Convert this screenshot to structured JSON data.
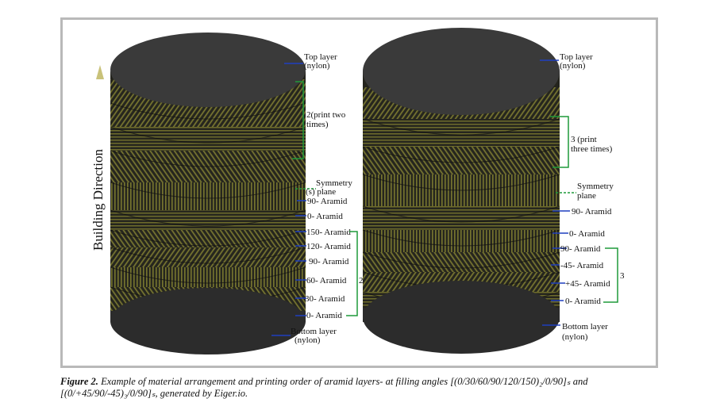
{
  "figure": {
    "building_direction": "Building Direction",
    "left": {
      "top_layer": [
        "Top layer",
        "(nylon)"
      ],
      "repeat": [
        "2(print two",
        "times)"
      ],
      "symmetry": [
        "Symmetry",
        "(s) plane"
      ],
      "layers": [
        "90- Aramid",
        "0- Aramid",
        "150- Aramid",
        "120- Aramid",
        "90- Aramid",
        "60- Aramid",
        "30- Aramid",
        "0- Aramid"
      ],
      "group_count": "2",
      "bottom_layer": [
        "Bottom layer",
        "(nylon)"
      ]
    },
    "right": {
      "top_layer": [
        "Top layer",
        "(nylon)"
      ],
      "repeat": [
        "3 (print",
        "three times)"
      ],
      "symmetry": [
        "Symmetry",
        "plane"
      ],
      "layers": [
        "90- Aramid",
        "0- Aramid",
        "90- Aramid",
        "-45- Aramid",
        "+45- Aramid",
        "0- Aramid"
      ],
      "group_count": "3",
      "bottom_layer": [
        "Bottom layer",
        "(nylon)"
      ]
    }
  },
  "caption": {
    "label": "Figure 2.",
    "text": "Example of material arrangement and printing order of aramid layers- at filling angles [(0/30/60/90/120/150)₂/0/90]ₛ and [(0/+45/90/-45)₃/0/90]ₛ, generated by Eiger.io."
  },
  "colors": {
    "top_disk": "#3a3a3a",
    "body_dark": "#2a2a22",
    "fiber": "#8d8a3a",
    "marker_blue": "#1f3fbf",
    "bracket_green": "#1f9a3a",
    "arrow": "#c9c27a"
  }
}
